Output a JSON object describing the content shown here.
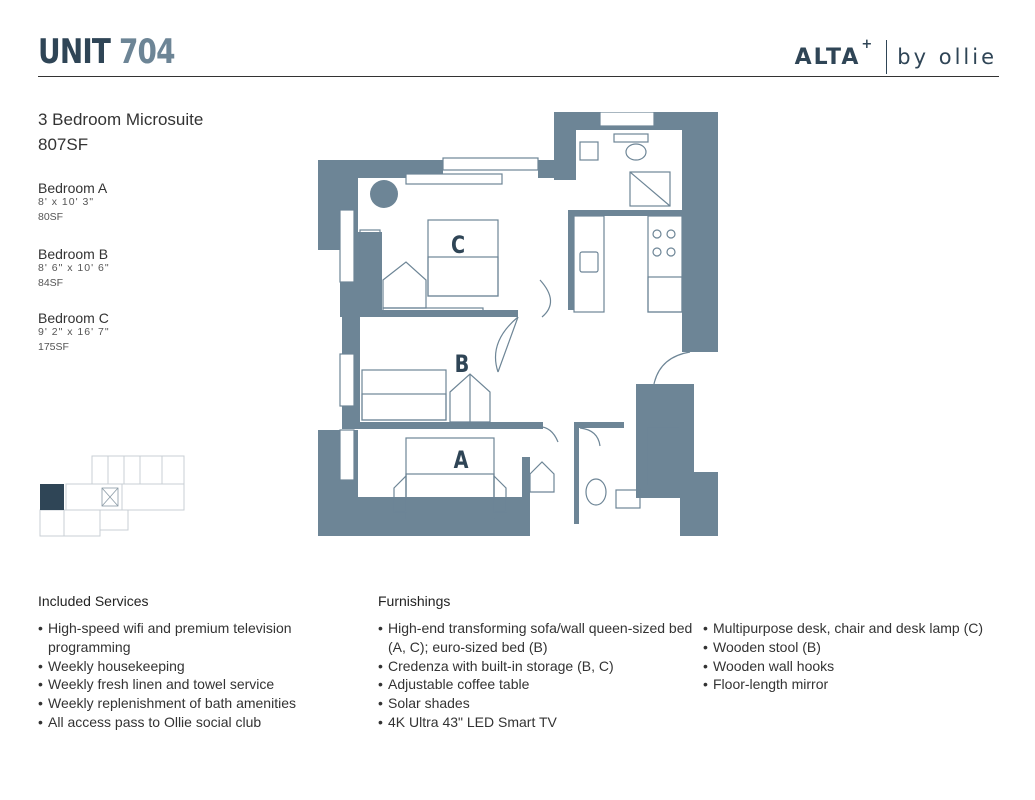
{
  "header": {
    "unit_label": "UNIT",
    "unit_number": "704",
    "brand_name": "ALTA",
    "brand_plus": "+",
    "brand_sub": "by ollie"
  },
  "suite": {
    "type": "3 Bedroom Microsuite",
    "area": "807SF",
    "bedrooms": [
      {
        "name": "Bedroom A",
        "dims": "8' x 10' 3\"",
        "area": "80SF"
      },
      {
        "name": "Bedroom B",
        "dims": "8' 6\" x 10' 6\"",
        "area": "84SF"
      },
      {
        "name": "Bedroom C",
        "dims": "9' 2\" x 16' 7\"",
        "area": "175SF"
      }
    ]
  },
  "floorplan": {
    "labels": {
      "a": "A",
      "b": "B",
      "c": "C"
    },
    "wall_color": "#6d8596"
  },
  "services": {
    "title": "Included Services",
    "items": [
      "High-speed wifi and premium television",
      "programming",
      "Weekly housekeeping",
      "Weekly fresh linen and towel service",
      "Weekly replenishment of bath amenities",
      "All access pass to Ollie social club"
    ]
  },
  "furnishings": {
    "title": "Furnishings",
    "col1": [
      "High-end transforming sofa/wall queen-sized bed",
      "(A, C); euro-sized bed (B)",
      "Credenza with built-in storage (B, C)",
      "Adjustable coffee table",
      "Solar shades",
      "4K Ultra 43\" LED Smart TV"
    ],
    "col2": [
      "Multipurpose desk, chair and desk lamp (C)",
      "Wooden stool (B)",
      "Wooden wall hooks",
      "Floor-length mirror"
    ]
  }
}
